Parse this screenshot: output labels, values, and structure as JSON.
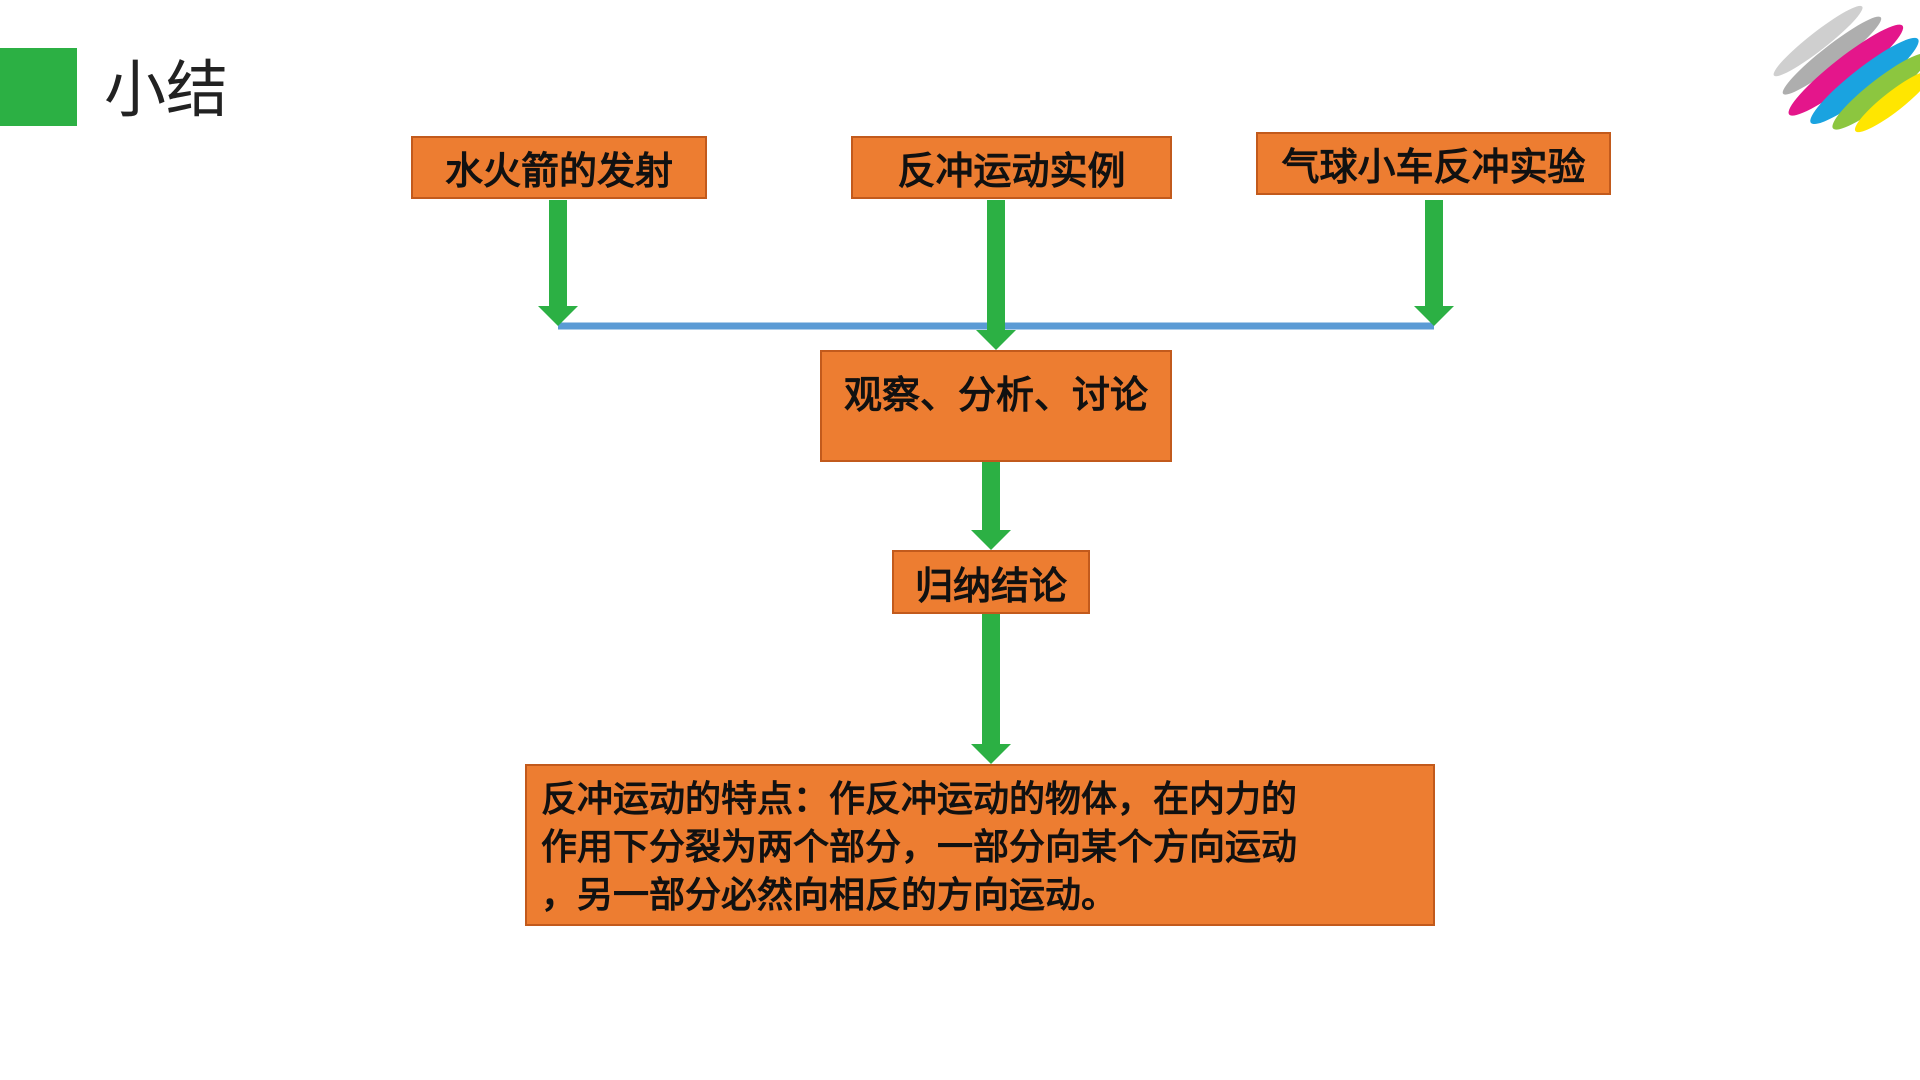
{
  "slide": {
    "title": "小结",
    "colors": {
      "accent_green": "#2cb044",
      "box_orange": "#ed7d31",
      "connector_blue": "#5b9bd5",
      "arrow_green": "#2cb044"
    },
    "logo_icon": "colorful-brush-strokes-logo-icon"
  },
  "flow": {
    "sources": [
      {
        "label": "水火箭的发射"
      },
      {
        "label": "反冲运动实例"
      },
      {
        "label": "气球小车反冲实验"
      }
    ],
    "process": {
      "label": "观察、分析、讨论"
    },
    "summary": {
      "label": "归纳结论"
    },
    "conclusion": {
      "lines": [
        "反冲运动的特点：作反冲运动的物体，在内力的",
        "作用下分裂为两个部分，一部分向某个方向运动",
        "，另一部分必然向相反的方向运动。"
      ]
    }
  }
}
